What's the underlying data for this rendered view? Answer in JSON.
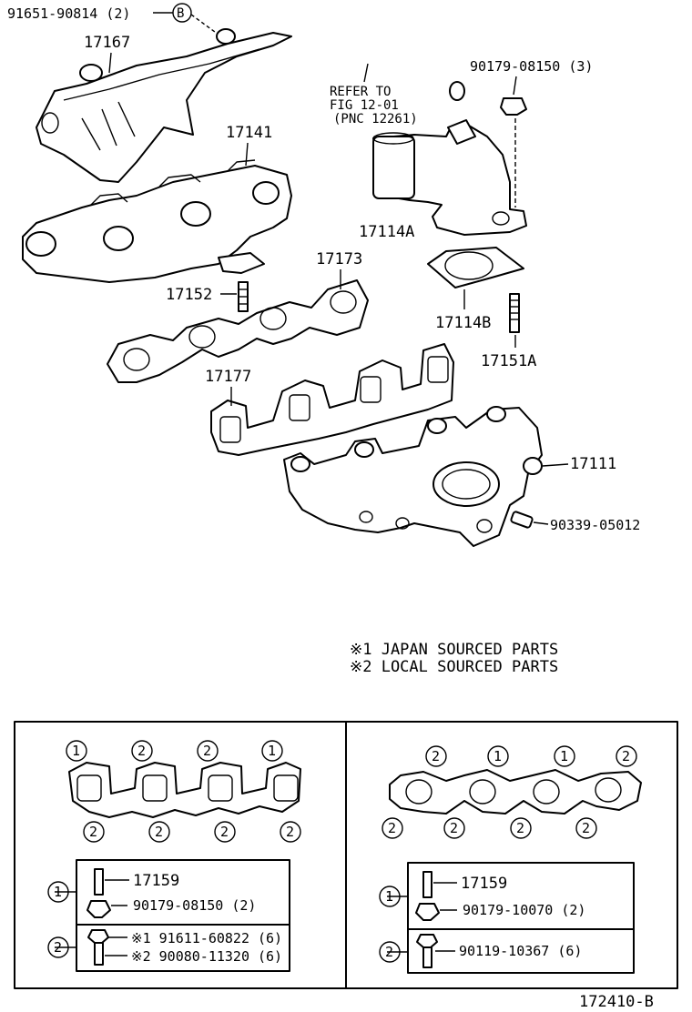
{
  "callouts": {
    "bolt_top": "91651-90814 (2)",
    "circle_b": "B",
    "p17167": "17167",
    "p17141": "17141",
    "refer_line1": "REFER TO",
    "refer_line2": "FIG 12-01",
    "refer_line3": "(PNC 12261)",
    "nut_top": "90179-08150 (3)",
    "p17114a": "17114A",
    "p17173": "17173",
    "p17152": "17152",
    "p17114b": "17114B",
    "p17151a": "17151A",
    "p17177": "17177",
    "p17111": "17111",
    "plug": "90339-05012"
  },
  "notes": {
    "note1": "※1  JAPAN SOURCED PARTS",
    "note2": "※2  LOCAL SOURCED PARTS"
  },
  "left_panel": {
    "top_marks": [
      "1",
      "2",
      "2",
      "1"
    ],
    "bottom_marks": [
      "2",
      "2",
      "2",
      "2"
    ],
    "row1_mark": "1",
    "row1_stud": "17159",
    "row1_nut": "90179-08150 (2)",
    "row2_mark": "2",
    "row2_bolt_a": "※1 91611-60822 (6)",
    "row2_bolt_b": "※2 90080-11320 (6)"
  },
  "right_panel": {
    "top_marks": [
      "2",
      "1",
      "1",
      "2"
    ],
    "bottom_marks": [
      "2",
      "2",
      "2",
      "2"
    ],
    "row1_mark": "1",
    "row1_stud": "17159",
    "row1_nut": "90179-10070 (2)",
    "row2_mark": "2",
    "row2_bolt": "90119-10367 (6)"
  },
  "figure_id": "172410-B"
}
